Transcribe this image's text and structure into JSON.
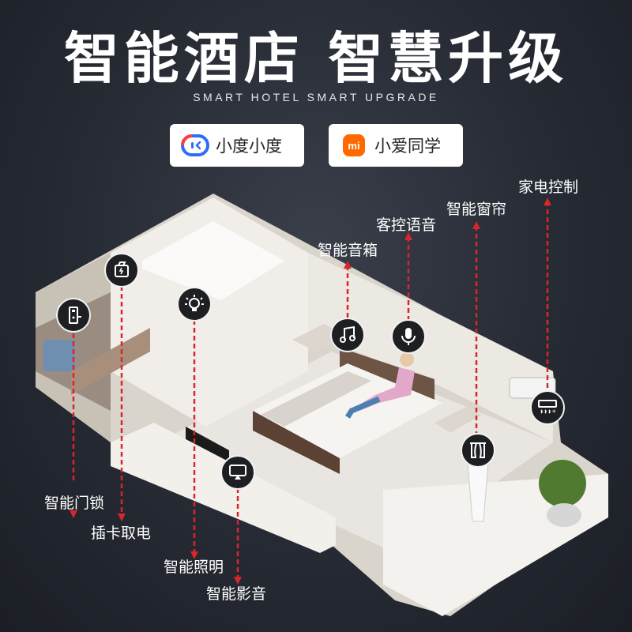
{
  "header": {
    "title": "智能酒店 智慧升级",
    "subtitle": "SMART HOTEL SMART UPGRADE"
  },
  "assistants": [
    {
      "label": "小度小度",
      "icon": "xiaodu-logo-icon"
    },
    {
      "label": "小爱同学",
      "icon": "mi-logo-icon",
      "logo_text": "mi"
    }
  ],
  "features": {
    "smart_lock": "智能门锁",
    "card_power": "插卡取电",
    "smart_lighting": "智能照明",
    "smart_av": "智能影音",
    "smart_speaker": "智能音箱",
    "voice_control": "客控语音",
    "smart_curtain": "智能窗帘",
    "appliance_control": "家电控制"
  },
  "colors": {
    "accent_line": "#d8262c",
    "xiaomi_orange": "#ff6900",
    "xiaodu_blue": "#2f6cf6",
    "xiaodu_red": "#ff3b3b"
  }
}
